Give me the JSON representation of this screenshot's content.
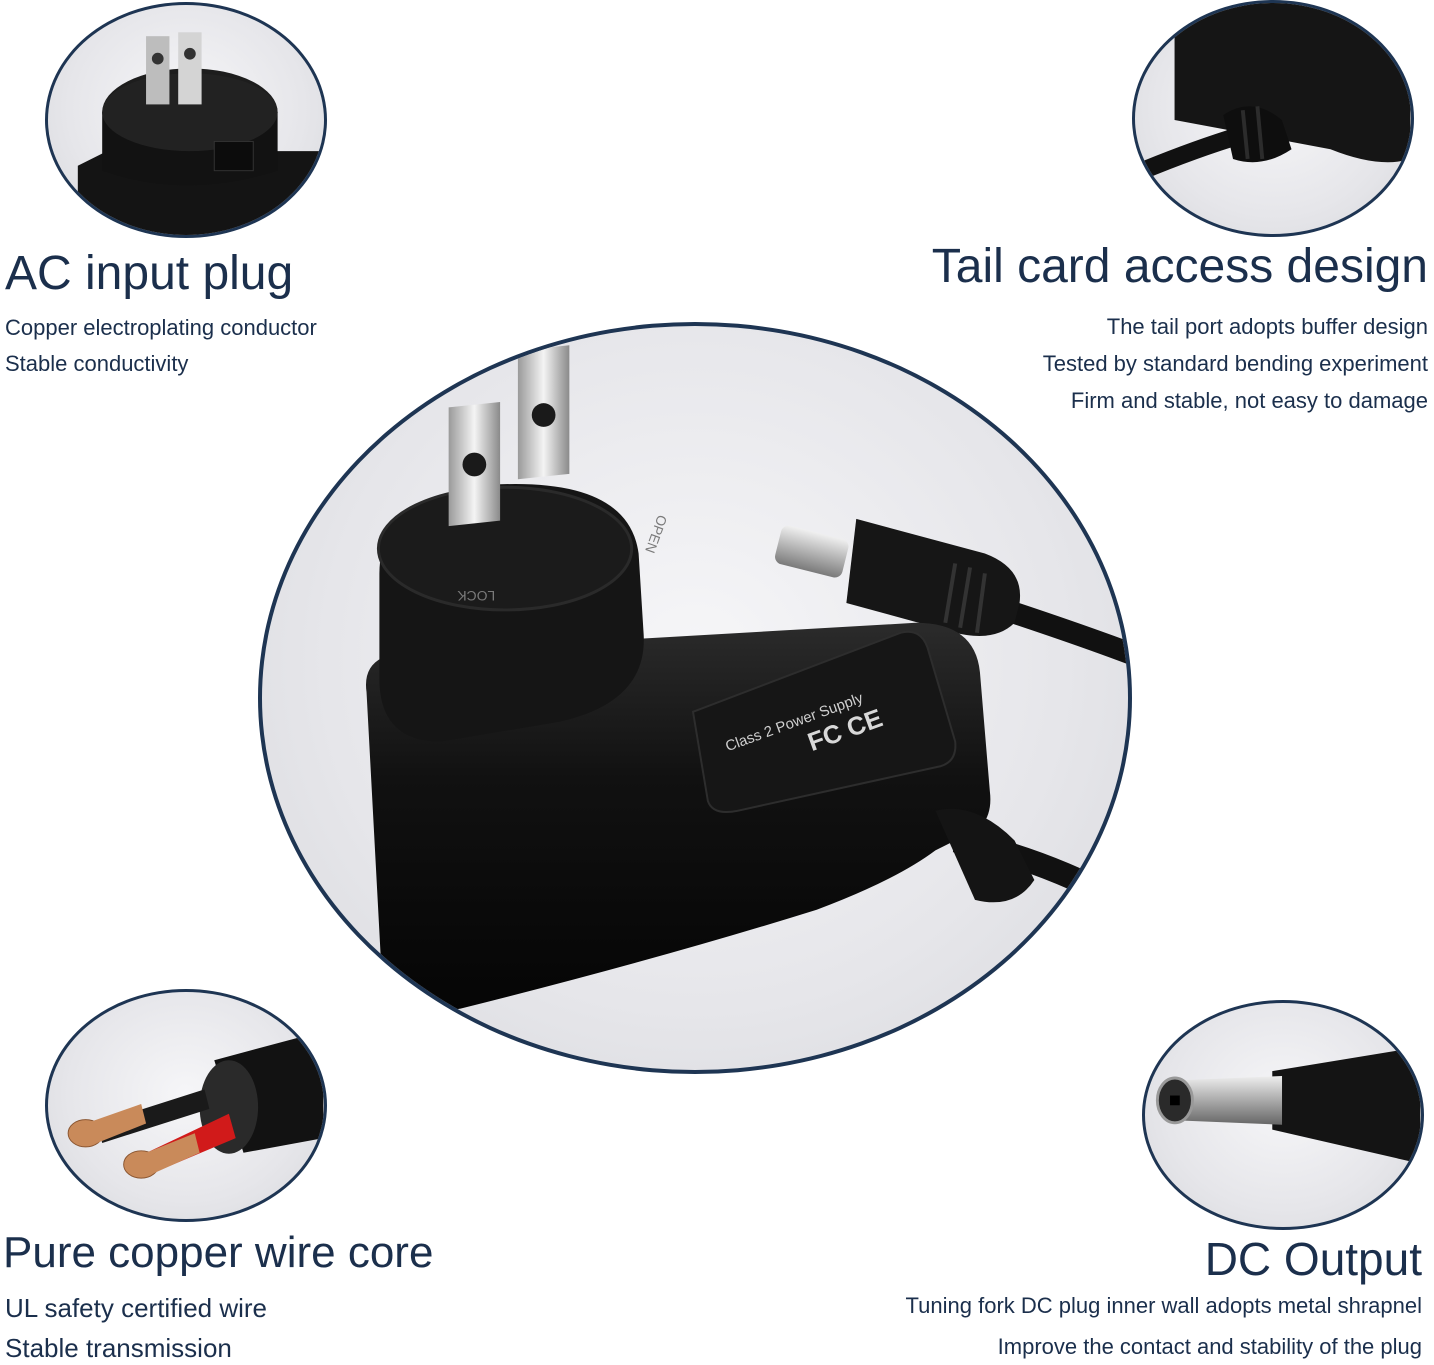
{
  "features": {
    "ac_input": {
      "title": "AC input plug",
      "lines": [
        "Copper electroplating conductor",
        "Stable conductivity"
      ]
    },
    "tail_card": {
      "title": "Tail card access design",
      "lines": [
        "The tail port adopts buffer design",
        "Tested by standard bending experiment",
        "Firm and stable, not easy to damage"
      ]
    },
    "wire_core": {
      "title": "Pure copper wire core",
      "lines": [
        "UL safety certified wire",
        "Stable transmission"
      ]
    },
    "dc_output": {
      "title": "DC Output",
      "lines": [
        "Tuning fork DC plug inner wall adopts metal shrapnel",
        "Improve the contact and stability of the plug"
      ]
    }
  },
  "product_label": {
    "line1": "Class 2 Power Supply",
    "cert": "FC CE",
    "plug_lock": "LOCK",
    "plug_open": "OPEN"
  },
  "colors": {
    "text": "#1b2f4c",
    "outline": "#1e3553",
    "adapter_body": "#1a1a1a",
    "wire_red": "#d11a1a",
    "copper": "#c98a5a"
  }
}
